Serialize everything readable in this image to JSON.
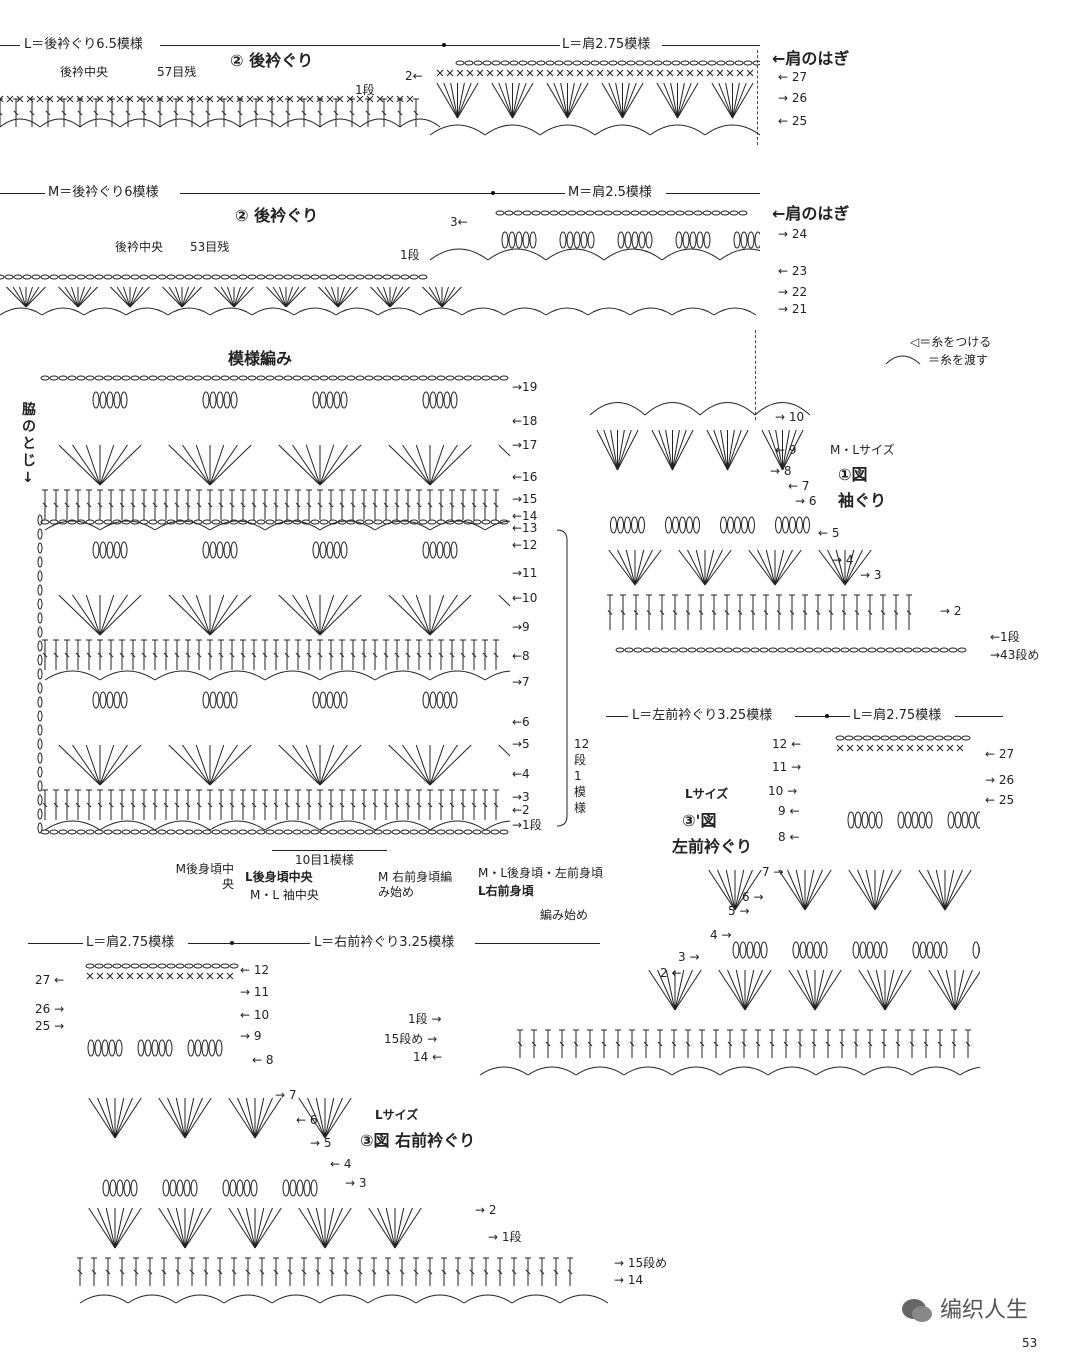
{
  "top": {
    "label_left": "L＝後衿ぐり6.5模様",
    "label_right": "L＝肩2.75模様",
    "title": "② 後衿ぐり",
    "shoulder": "←肩のはぎ",
    "center": "後衿中央",
    "remain": "57目残",
    "row1": "1段",
    "row2": "2←",
    "rows": [
      "← 27",
      "→ 26",
      "← 25"
    ]
  },
  "mid": {
    "label_left": "M＝後衿ぐり6模様",
    "label_right": "M＝肩2.5模様",
    "title": "② 後衿ぐり",
    "shoulder": "←肩のはぎ",
    "center": "後衿中央",
    "remain": "53目残",
    "row1": "1段",
    "row3": "3←",
    "rows": [
      "→ 24",
      "← 23",
      "→ 22",
      "→ 21"
    ]
  },
  "legend": {
    "attach": "◁＝糸をつける",
    "pass": "＝糸を渡す"
  },
  "pattern": {
    "title": "模様編み",
    "side_seam": "脇のとじ↓",
    "rows": [
      "→19",
      "←18",
      "→17",
      "←16",
      "→15",
      "←14",
      "←13",
      "←12",
      "→11",
      "←10",
      "→9",
      "←8",
      "→7",
      "←6",
      "→5",
      "←4",
      "→3",
      "←2",
      "→1段"
    ],
    "repeat_rows": "12段1模様",
    "repeat_stitches": "10目1模様",
    "notes": [
      "M後身頃中央",
      "L後身頃中央",
      "M・L 袖中央",
      "M 右前身頃編み始め",
      "M・L後身頃・左前身頃",
      "L右前身頃",
      "編み始め"
    ]
  },
  "sleeve": {
    "size": "M・Lサイズ",
    "title": "①図",
    "subtitle": "袖ぐり",
    "rows": [
      "→ 10",
      "← 9",
      "→ 8",
      "← 7",
      "→ 6",
      "← 5",
      "→ 4",
      "→ 3",
      "→ 2",
      "←1段",
      "→43段め"
    ]
  },
  "left_front": {
    "label_left": "L＝左前衿ぐり3.25模様",
    "label_right": "L＝肩2.75模様",
    "size": "Lサイズ",
    "title": "③'図",
    "subtitle": "左前衿ぐり",
    "rows_left": [
      "12 ←",
      "11 →",
      "10 →",
      "9 ←",
      "8 ←",
      "7 →",
      "6 →",
      "5 →",
      "4 →",
      "3 →",
      "2 ←"
    ],
    "rows_right": [
      "← 27",
      "→ 26",
      "← 25"
    ],
    "row1": "1段 →",
    "row15": "15段め →",
    "row14": "14 ←"
  },
  "right_front": {
    "label_left": "L＝肩2.75模様",
    "label_right": "L＝右前衿ぐり3.25模様",
    "size": "Lサイズ",
    "title": "③図 右前衿ぐり",
    "rows_left": [
      "27 ←",
      "26 →",
      "25 →"
    ],
    "rows_right": [
      "← 12",
      "→ 11",
      "← 10",
      "→ 9",
      "← 8",
      "→ 7",
      "← 6",
      "→ 5",
      "← 4",
      "→ 3",
      "→ 2",
      "→ 1段",
      "→ 15段め",
      "→ 14"
    ]
  },
  "watermark": "编织人生",
  "page_number": "53"
}
